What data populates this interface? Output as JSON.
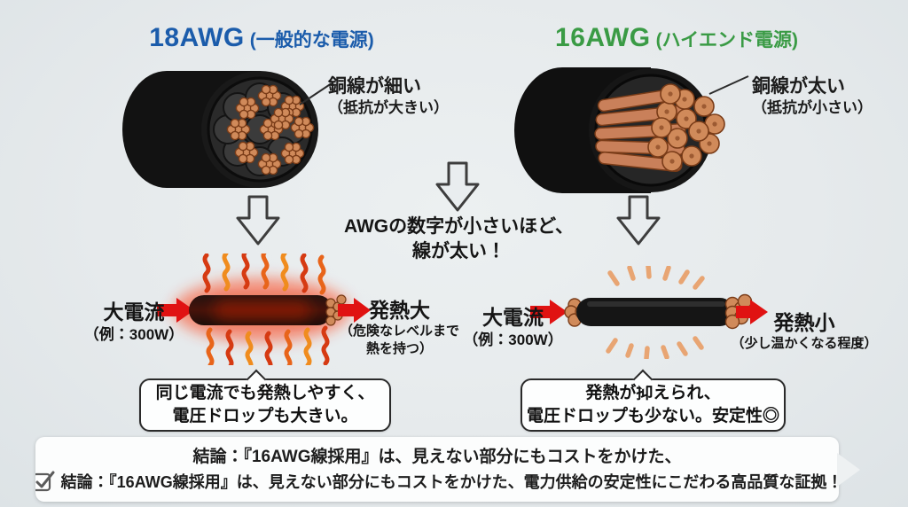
{
  "colors": {
    "background": "#e6eaec",
    "accent_blue": "#1b5cab",
    "accent_green": "#3a9b45",
    "arrow_red": "#e01212",
    "copper": "#cf8a5c",
    "heat_red": "#d63a12",
    "heat_orange": "#f08c1e",
    "warm_tan": "#e8a573",
    "text_dark": "#1c1c1c"
  },
  "icons": {
    "down_arrow": "hollow-down-arrow-outline",
    "red_arrow": "solid-red-right-arrow",
    "checkbox": "gray-checked-checkbox",
    "heat_waves": "red-orange-wavy-heat-lines",
    "warm_ticks": "tan-radiating-dashes",
    "next_pointer": "light-gray-right-triangle"
  },
  "left": {
    "title": "18AWG",
    "title_suffix": "(一般的な電源)",
    "cable_label_line1": "銅線が細い",
    "cable_label_line2": "（抵抗が大きい）",
    "current_line1": "大電流",
    "current_line2": "（例：300W）",
    "heat_title": "発熱大",
    "heat_note_line1": "（危険なレベルまで",
    "heat_note_line2": "熱を持つ）",
    "bubble_line1": "同じ電流でも発熱しやすく、",
    "bubble_line2": "電圧ドロップも大きい。"
  },
  "right": {
    "title": "16AWG",
    "title_suffix": "(ハイエンド電源)",
    "cable_label_line1": "銅線が太い",
    "cable_label_line2": "（抵抗が小さい）",
    "current_line1": "大電流",
    "current_line2": "（例：300W）",
    "heat_title": "発熱小",
    "heat_note_line1": "（少し温かくなる程度）",
    "bubble_line1": "発熱が抑えられ、",
    "bubble_line2": "電圧ドロップも少ない。安定性◎"
  },
  "center": {
    "message_line1": "AWGの数字が小さいほど、",
    "message_line2": "線が太い！"
  },
  "conclusion": {
    "line1": "結論：『16AWG線採用』は、見えない部分にもコストをかけた、",
    "line2": "結論：『16AWG線採用』は、見えない部分にもコストをかけた、電力供給の安定性にこだわる高品質な証拠！"
  }
}
